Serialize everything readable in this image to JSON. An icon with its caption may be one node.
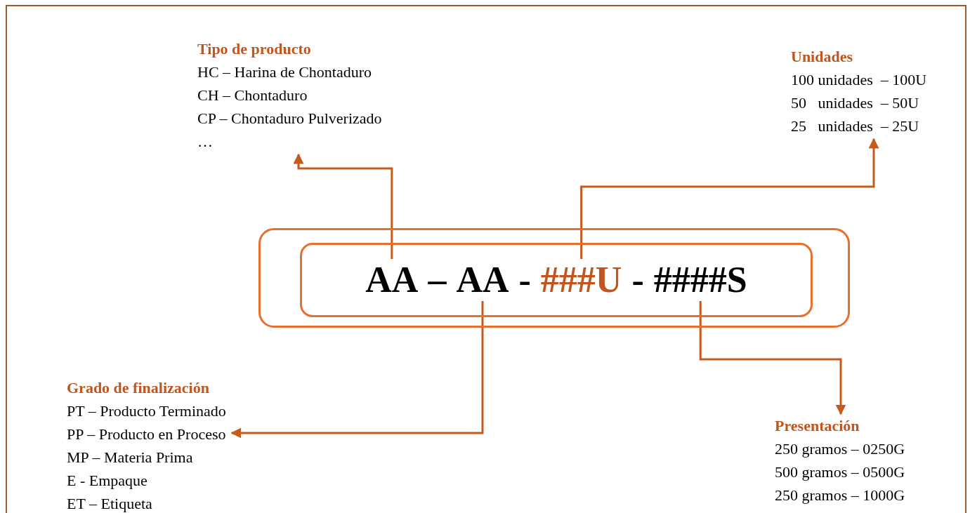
{
  "diagram": {
    "nodes": [
      {
        "text": [],
        "shape": "box"
      },
      {
        "text": [],
        "shape": "box",
        "in": 0
      },
      {
        "text": [
          "AA"
        ],
        "in": 1
      },
      {
        "text": [
          "AA"
        ],
        "in": 1
      },
      {
        "text": [
          "###U"
        ],
        "in": 1
      },
      {
        "text": [
          "####S"
        ],
        "in": 1
      },
      {
        "text": [
          "Tipo de producto",
          "HC – Harina de Chontaduro",
          "CH – Chontaduro",
          "CP – Chontaduro Pulverizado",
          "…"
        ]
      },
      {
        "text": [
          "Unidades",
          "100 unidades  – 100U",
          "50   unidades  – 50U",
          "25   unidades  – 25U"
        ]
      },
      {
        "text": [
          "Grado de finalización",
          "PT – Producto Terminado",
          "PP – Producto en Proceso",
          "MP – Materia Prima",
          "E - Empaque",
          "ET – Etiqueta"
        ]
      },
      {
        "text": [
          "Presentación",
          "250 gramos – 0250G",
          "500 gramos – 0500G",
          "250 gramos – 1000G"
        ]
      }
    ],
    "edges": [
      {
        "from": 2,
        "to": 6,
        "arrow": "to"
      },
      {
        "from": 4,
        "to": 7,
        "arrow": "to"
      },
      {
        "from": 3,
        "to": 8,
        "arrow": "to"
      },
      {
        "from": 5,
        "to": 9,
        "arrow": "to"
      }
    ],
    "labels": [
      "–",
      "-",
      "-"
    ]
  }
}
